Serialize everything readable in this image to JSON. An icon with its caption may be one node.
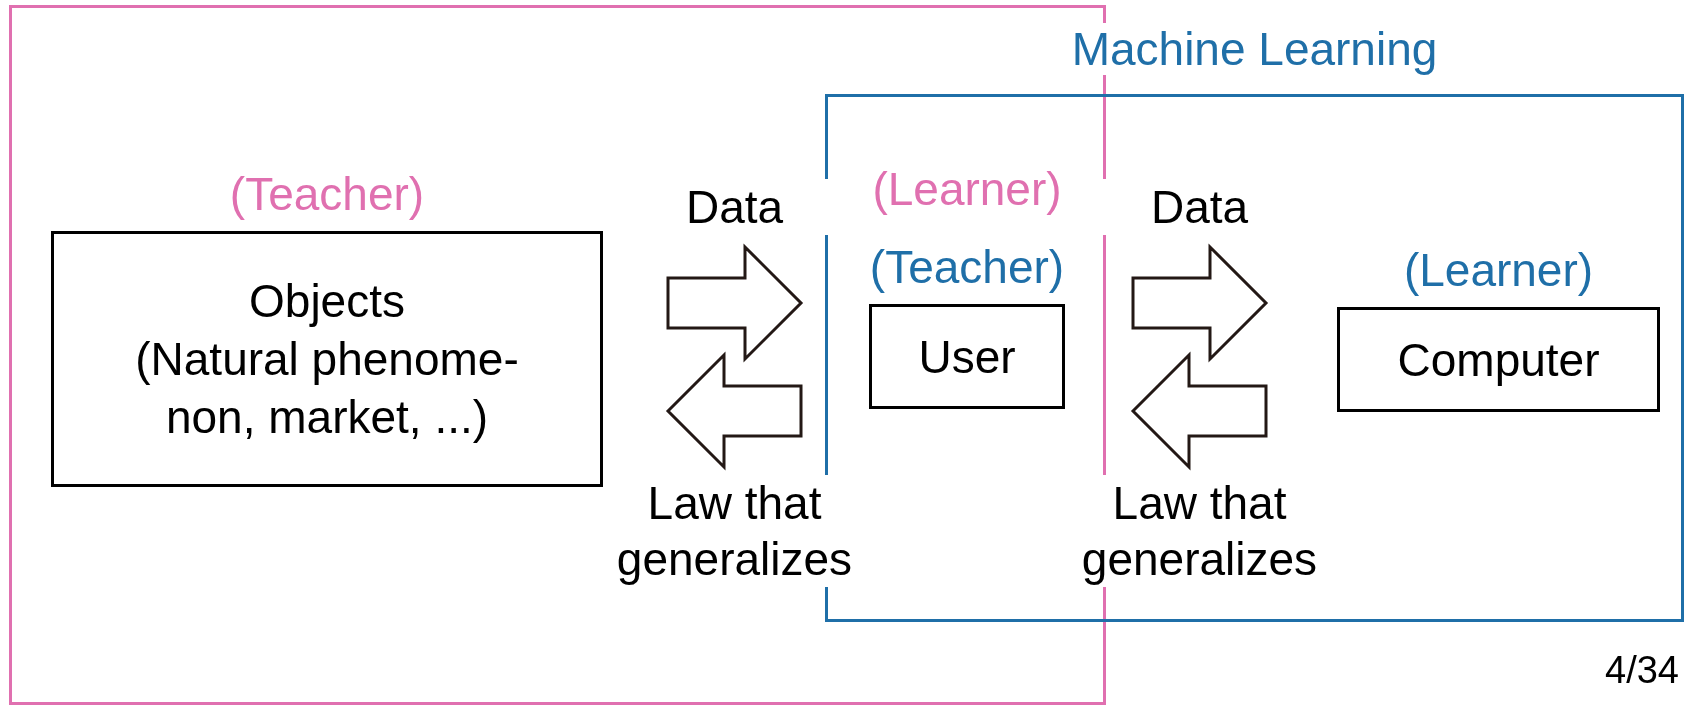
{
  "diagram": {
    "nodes": [
      {
        "text": [],
        "shape": "box"
      },
      {
        "text": [
          "(Teacher)",
          "Objects",
          "(Natural phenome- non, market, ...)"
        ],
        "in": 0
      },
      {
        "text": [
          "Machine Learning"
        ]
      },
      {
        "text": [
          "(Learner)",
          "(Teacher)",
          "User"
        ]
      },
      {
        "text": [
          "(Learner)",
          "Computer"
        ],
        "in": 2
      }
    ],
    "edges": [
      {
        "from": 1,
        "to": 3,
        "arrow": "to",
        "label": "Data"
      },
      {
        "from": 3,
        "to": 1,
        "arrow": "to",
        "label": "Law that generalizes"
      },
      {
        "from": 3,
        "to": 4,
        "arrow": "to",
        "label": "Data"
      },
      {
        "from": 4,
        "to": 3,
        "arrow": "to",
        "label": "Law that generalizes"
      }
    ],
    "labels": [
      "4/34"
    ]
  }
}
